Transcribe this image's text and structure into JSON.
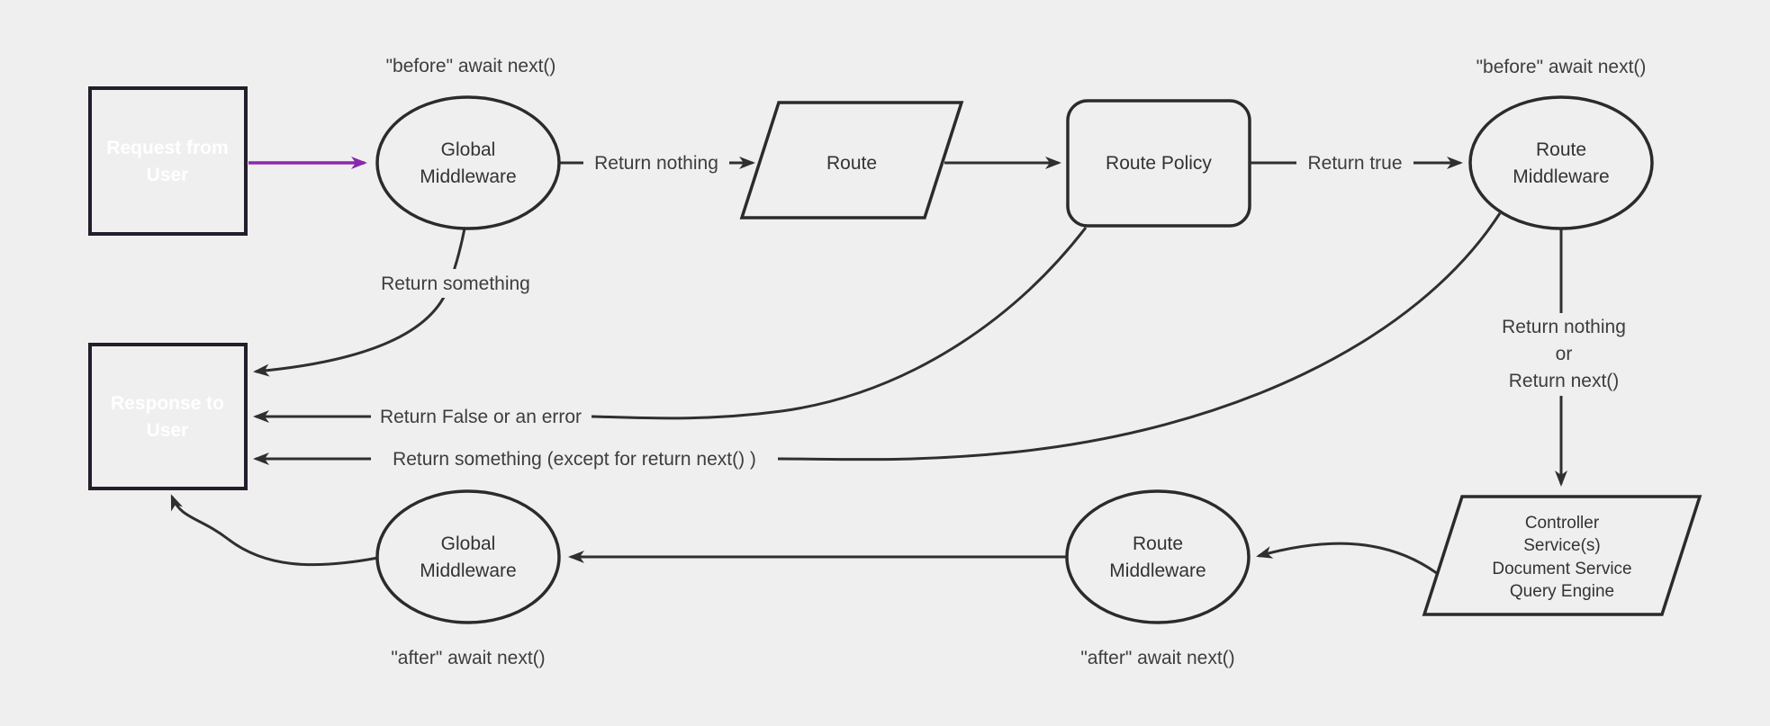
{
  "diagram": {
    "title": "request-response middleware lifecycle flowchart"
  },
  "colors": {
    "background": "#efefef",
    "purple_fill": "#7c2296",
    "purple_arrow": "#8a28ad",
    "line": "#2f2f2f"
  },
  "nodes": {
    "request": {
      "lines": [
        "Request from",
        "User"
      ]
    },
    "global_middleware_top": {
      "lines": [
        "Global",
        "Middleware"
      ]
    },
    "route": {
      "label": "Route"
    },
    "route_policy": {
      "label": "Route Policy"
    },
    "route_middleware_top": {
      "lines": [
        "Route",
        "Middleware"
      ]
    },
    "controller": {
      "lines": [
        "Controller",
        "Service(s)",
        "Document Service",
        "Query Engine"
      ]
    },
    "route_middleware_bottom": {
      "lines": [
        "Route",
        "Middleware"
      ]
    },
    "global_middleware_bottom": {
      "lines": [
        "Global",
        "Middleware"
      ]
    },
    "response": {
      "lines": [
        "Response to",
        "User"
      ]
    }
  },
  "edge_labels": {
    "before_await_left": "\"before\" await next()",
    "before_await_right": "\"before\" await next()",
    "return_nothing": "Return nothing",
    "return_true": "Return true",
    "return_something": "Return something",
    "return_false": "Return False or an error",
    "return_something_except": "Return something (except for return next() )",
    "return_nothing_or": {
      "lines": [
        "Return nothing",
        "or",
        "Return next()"
      ]
    },
    "after_await_left": "\"after\" await next()",
    "after_await_right": "\"after\" await next()"
  }
}
